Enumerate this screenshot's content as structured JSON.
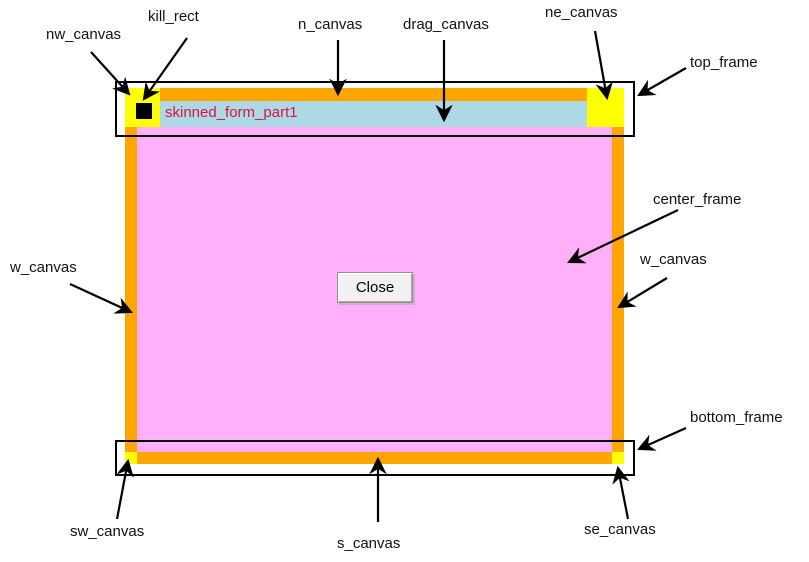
{
  "diagram": {
    "labels": {
      "nw_canvas": "nw_canvas",
      "kill_rect": "kill_rect",
      "n_canvas": "n_canvas",
      "drag_canvas": "drag_canvas",
      "ne_canvas": "ne_canvas",
      "top_frame": "top_frame",
      "center_frame": "center_frame",
      "w_canvas_left": "w_canvas",
      "w_canvas_right": "w_canvas",
      "bottom_frame": "bottom_frame",
      "sw_canvas": "sw_canvas",
      "s_canvas": "s_canvas",
      "se_canvas": "se_canvas"
    },
    "form": {
      "title": "skinned_form_part1",
      "close_button_label": "Close"
    },
    "colors": {
      "border_orange": "#ffa500",
      "corner_yellow": "#ffff00",
      "drag_blue": "#add8e6",
      "body_pink": "#ffb0f8",
      "title_red": "#dc143c",
      "kill_black": "#000000",
      "arrow_black": "#000000"
    }
  }
}
